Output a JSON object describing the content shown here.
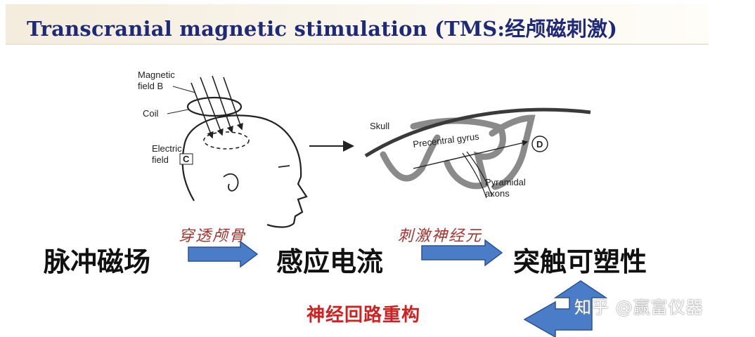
{
  "title": "Transcranial magnetic stimulation  (TMS:经颅磁刺激)",
  "head_diagram": {
    "magnetic_field_line1": "Magnetic",
    "magnetic_field_line2": "field B",
    "coil": "Coil",
    "electric_field_line1": "Electric",
    "electric_field_line2": "field",
    "electric_field_letter": "C"
  },
  "brain_diagram": {
    "skull": "Skull",
    "precentral_gyrus": "Precentral gyrus",
    "d_label": "D",
    "pyramidal_line1": "Pyramidal",
    "pyramidal_line2": "axons"
  },
  "flow": {
    "step1": "脉冲磁场",
    "step2": "感应电流",
    "step3": "突触可塑性",
    "arrow1_label": "穿透颅骨",
    "arrow2_label": "刺激神经元",
    "feedback_label": "神经回路重构"
  },
  "watermark": "知乎 @赢富仪器",
  "colors": {
    "title": "#1e2a78",
    "arrow_fill": "#4a7cc7",
    "annotation_red": "#a8322c",
    "feedback_red": "#d02020"
  }
}
